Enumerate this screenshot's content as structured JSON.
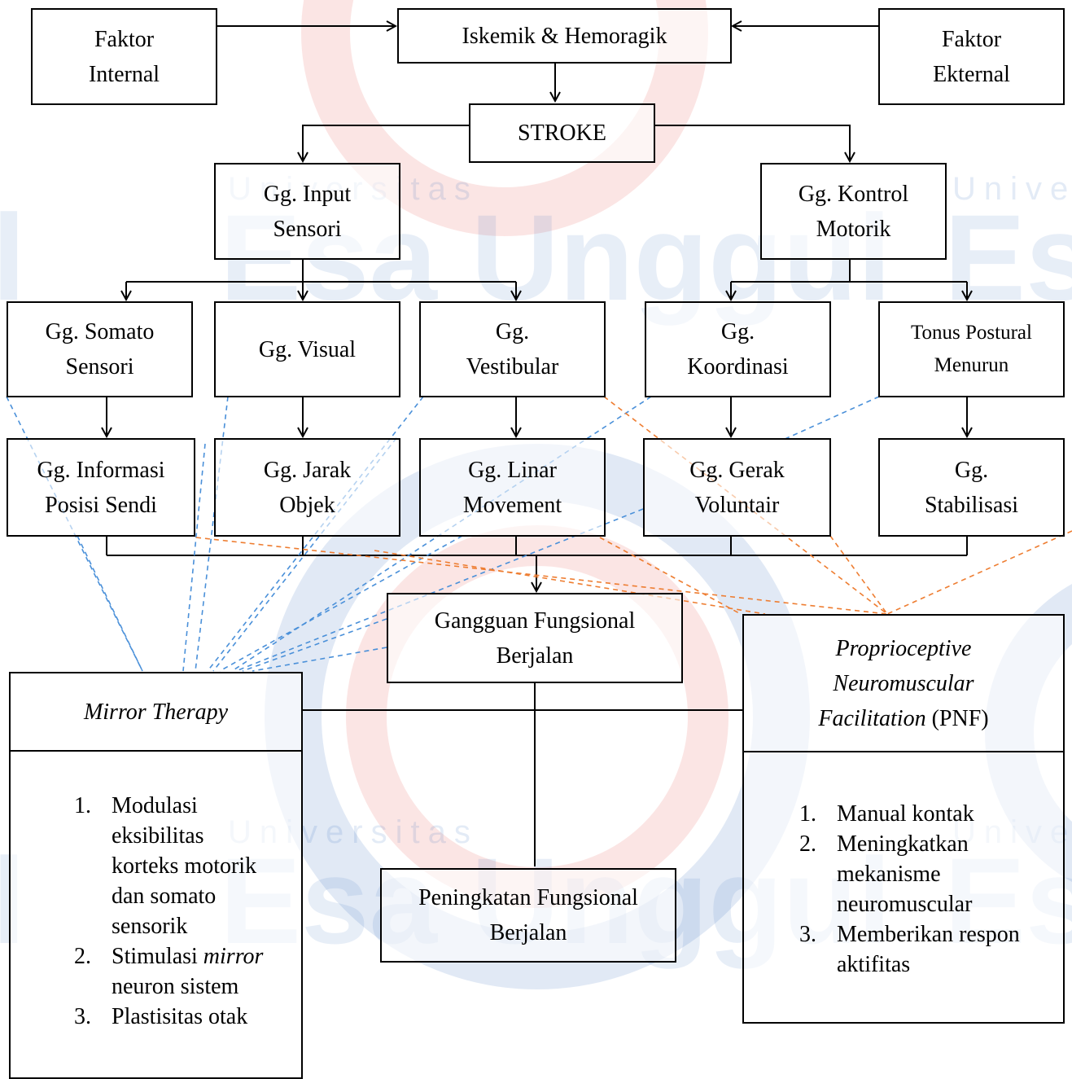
{
  "watermark": {
    "brand": "Esa Unggul",
    "brand_fragment_left": "l",
    "brand_fragment_right": "Esa",
    "subtitle": "Universitas",
    "subtitle_fragment": "Univer",
    "colors": {
      "blue": "#1f5fb8",
      "red": "#e8423a"
    }
  },
  "nodes": {
    "faktor_internal": [
      "Faktor",
      "Internal"
    ],
    "iskemik": "Iskemik & Hemoragik",
    "faktor_eksternal": [
      "Faktor",
      "Ekternal"
    ],
    "stroke": "STROKE",
    "gg_input": [
      "Gg. Input",
      "Sensori"
    ],
    "gg_kontrol": [
      "Gg. Kontrol",
      "Motorik"
    ],
    "gg_somato": [
      "Gg. Somato",
      "Sensori"
    ],
    "gg_visual": "Gg. Visual",
    "gg_vestibular": [
      "Gg.",
      "Vestibular"
    ],
    "gg_koordinasi": [
      "Gg.",
      "Koordinasi"
    ],
    "tonus": [
      "Tonus Postural",
      "Menurun"
    ],
    "gg_informasi": [
      "Gg. Informasi",
      "Posisi Sendi"
    ],
    "gg_jarak": [
      "Gg. Jarak",
      "Objek"
    ],
    "gg_linar": [
      "Gg. Linar",
      "Movement"
    ],
    "gg_gerak": [
      "Gg. Gerak",
      "Voluntair"
    ],
    "gg_stabilisasi": [
      "Gg.",
      "Stabilisasi"
    ],
    "gangguan": [
      "Gangguan Fungsional",
      "Berjalan"
    ],
    "peningkatan": [
      "Peningkatan Fungsional",
      "Berjalan"
    ]
  },
  "mirror": {
    "title": "Mirror Therapy",
    "items": [
      {
        "num": "1.",
        "lines": [
          "Modulasi",
          "eksibilitas",
          "korteks motorik",
          "dan somato",
          "sensorik"
        ]
      },
      {
        "num": "2.",
        "pre": "Stimulasi ",
        "em": "mirror",
        "rest": "neuron sistem"
      },
      {
        "num": "3.",
        "lines": [
          "Plastisitas otak"
        ]
      }
    ]
  },
  "pnf": {
    "title_l1": "Proprioceptive",
    "title_l2": "Neuromuscular",
    "title_l3_italic": "Facilitation",
    "title_l3_rest": " (PNF)",
    "items": [
      {
        "num": "1.",
        "lines": [
          "Manual kontak"
        ]
      },
      {
        "num": "2.",
        "lines": [
          "Meningkatkan",
          "mekanisme",
          "neuromuscular"
        ]
      },
      {
        "num": "3.",
        "lines": [
          "Memberikan respon",
          "aktifitas"
        ]
      }
    ]
  },
  "line_colors": {
    "solid": "#000000",
    "blue_dashed": "#4a90d9",
    "orange_dashed": "#ee7d31"
  }
}
